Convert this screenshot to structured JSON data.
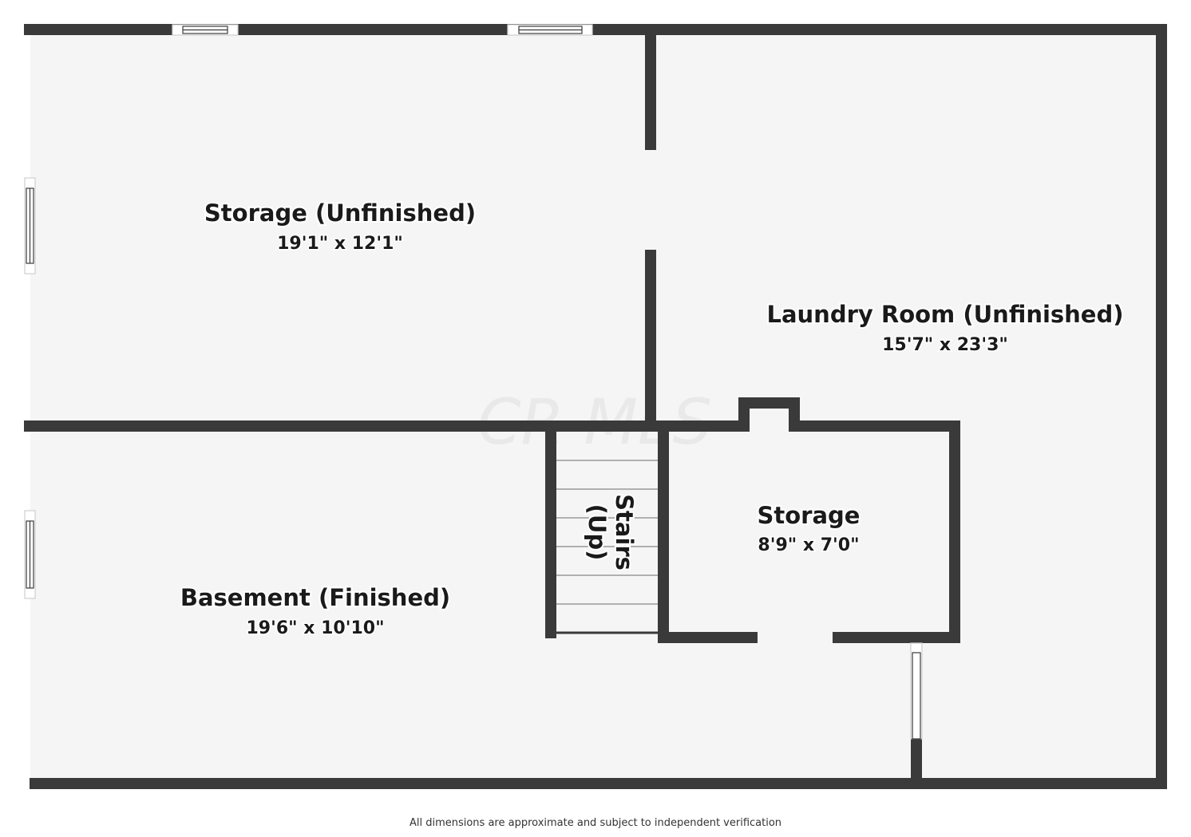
{
  "colors": {
    "wall": "#3a3a3a",
    "floor": "#f5f5f5",
    "window_frame": "#ffffff",
    "stair_line": "#9a9a9a"
  },
  "rooms": {
    "storage_unfinished": {
      "name": "Storage (Unfinished)",
      "dimensions": "19'1\" x 12'1\""
    },
    "laundry_room": {
      "name": "Laundry Room (Unfinished)",
      "dimensions": "15'7\" x 23'3\""
    },
    "storage": {
      "name": "Storage",
      "dimensions": "8'9\" x 7'0\""
    },
    "basement": {
      "name": "Basement (Finished)",
      "dimensions": "19'6\" x 10'10\""
    },
    "stairs": {
      "line1": "Stairs",
      "line2": "(Up)"
    }
  },
  "watermark": "CR MLS",
  "footnote": "All dimensions are approximate and subject to independent verification"
}
